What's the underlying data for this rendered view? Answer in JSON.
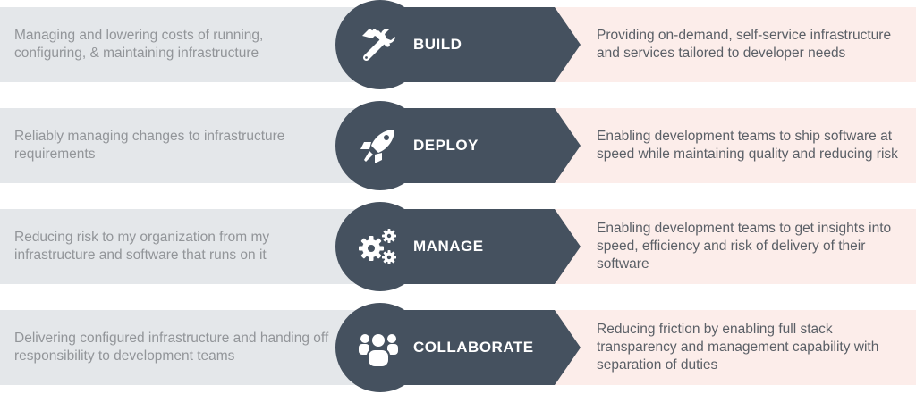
{
  "colors": {
    "badge": "#45515f",
    "left_band": "#e4e7ea",
    "right_band": "#fcedea",
    "left_text": "#929599",
    "right_text": "#5a5f66",
    "label_text": "#ffffff"
  },
  "rows": [
    {
      "label": "BUILD",
      "icon": "hammer-wrench-icon",
      "left_text": "Managing and lowering costs of running, configuring, & maintaining infrastructure",
      "right_text": "Providing on-demand, self-service infrastructure and services tailored to developer needs"
    },
    {
      "label": "DEPLOY",
      "icon": "rocket-icon",
      "left_text": "Reliably managing changes to infrastructure requirements",
      "right_text": "Enabling development teams to ship software at speed while maintaining quality and reducing risk"
    },
    {
      "label": "MANAGE",
      "icon": "gears-icon",
      "left_text": "Reducing risk to my organization from my infrastructure and software that runs on it",
      "right_text": "Enabling development teams to get insights into speed, efficiency and risk of delivery of their software"
    },
    {
      "label": "COLLABORATE",
      "icon": "people-group-icon",
      "left_text": "Delivering configured infrastructure and handing off responsibility to development teams",
      "right_text": "Reducing friction by enabling full stack transparency and management capability with separation of duties"
    }
  ]
}
